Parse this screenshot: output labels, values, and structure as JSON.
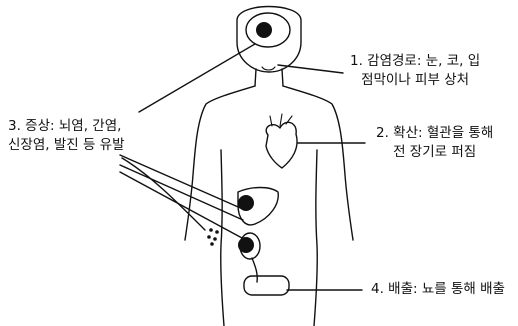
{
  "labels": {
    "infection_route": {
      "line1": "1. 감염경로: 눈, 코, 입",
      "line2": "점막이나 피부 상처"
    },
    "spread": {
      "line1": "2. 확산: 혈관을 통해",
      "line2": "전 장기로 퍼짐"
    },
    "symptoms": {
      "line1": "3. 증상: 뇌염, 간염,",
      "line2": "신장염, 발진 등 유발"
    },
    "excretion": {
      "line1": "4. 배출: 뇨를 통해 배출"
    }
  }
}
